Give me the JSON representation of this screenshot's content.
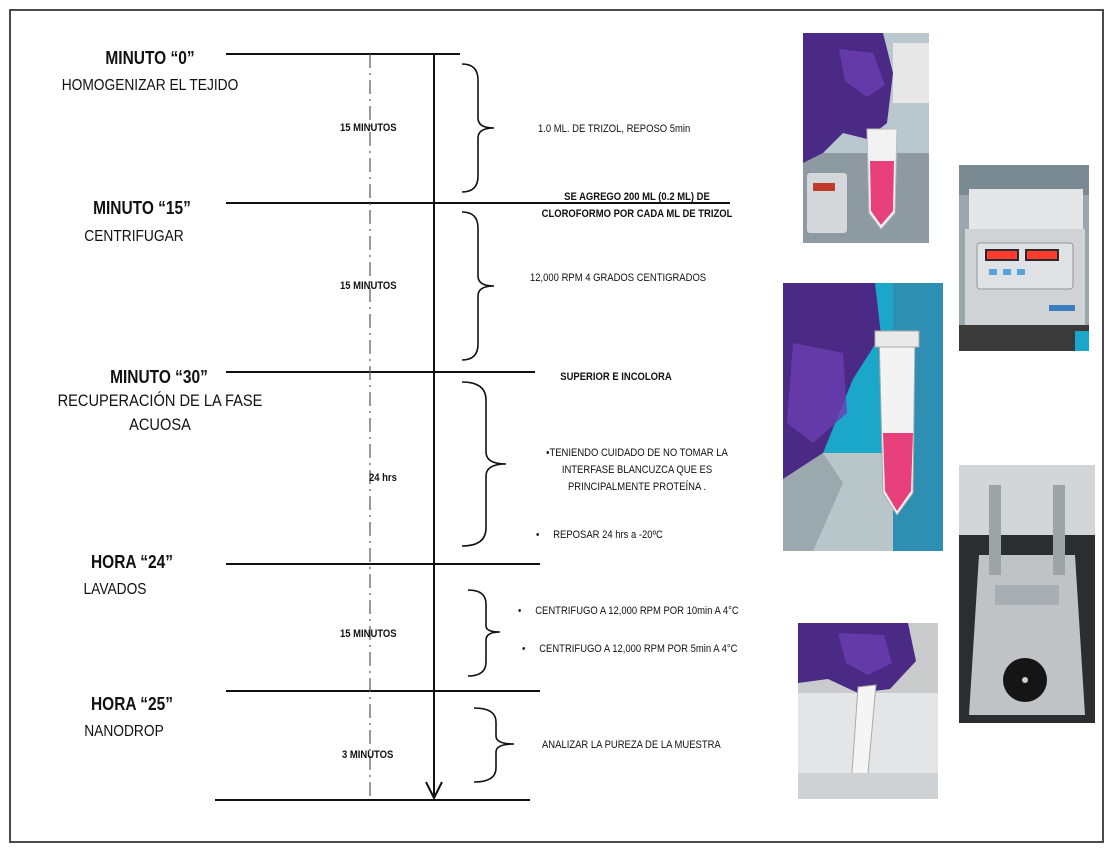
{
  "stages": [
    {
      "title": "MINUTO “0”",
      "desc": "HOMOGENIZAR EL TEJIDO"
    },
    {
      "title": "MINUTO “15”",
      "desc": "CENTRIFUGAR"
    },
    {
      "title": "MINUTO “30”",
      "desc": "RECUPERACIÓN DE LA FASE ACUOSA"
    },
    {
      "title": "HORA “24”",
      "desc": "LAVADOS"
    },
    {
      "title": "HORA “25”",
      "desc": "NANODROP"
    }
  ],
  "intervals": [
    "15 MINUTOS",
    "15 MINUTOS",
    "24 hrs",
    "15 MINUTOS",
    "3 MINUTOS"
  ],
  "notes": {
    "n1": "1.0 ML. DE TRIZOL, REPOSO 5min",
    "n1_bold": "SE AGREGO 200 ML (0.2 ML) DE CLOROFORMO POR CADA ML DE TRIZOL",
    "n2": "12,000 RPM 4 GRADOS CENTIGRADOS",
    "n2_bold": "SUPERIOR E INCOLORA",
    "n3_line1": "•TENIENDO CUIDADO DE NO TOMAR LA INTERFASE BLANCUZCA QUE ES PRINCIPALMENTE PROTEÍNA .",
    "n3_line2": "REPOSAR  24 hrs a -20ºC",
    "n4_line1": "CENTRIFUGO A 12,000 RPM POR 10min  A 4°C",
    "n4_line2": "CENTRIFUGO A 12,000 RPM POR 5min  A 4°C",
    "n5": "ANALIZAR LA PUREZA DE LA MUESTRA",
    "bullet": "•"
  },
  "colors": {
    "glove": "#5a2d8c",
    "liquid": "#e8407a",
    "centrifuge_body": "#c9ccd0",
    "background_blue": "#1aa7c9"
  }
}
